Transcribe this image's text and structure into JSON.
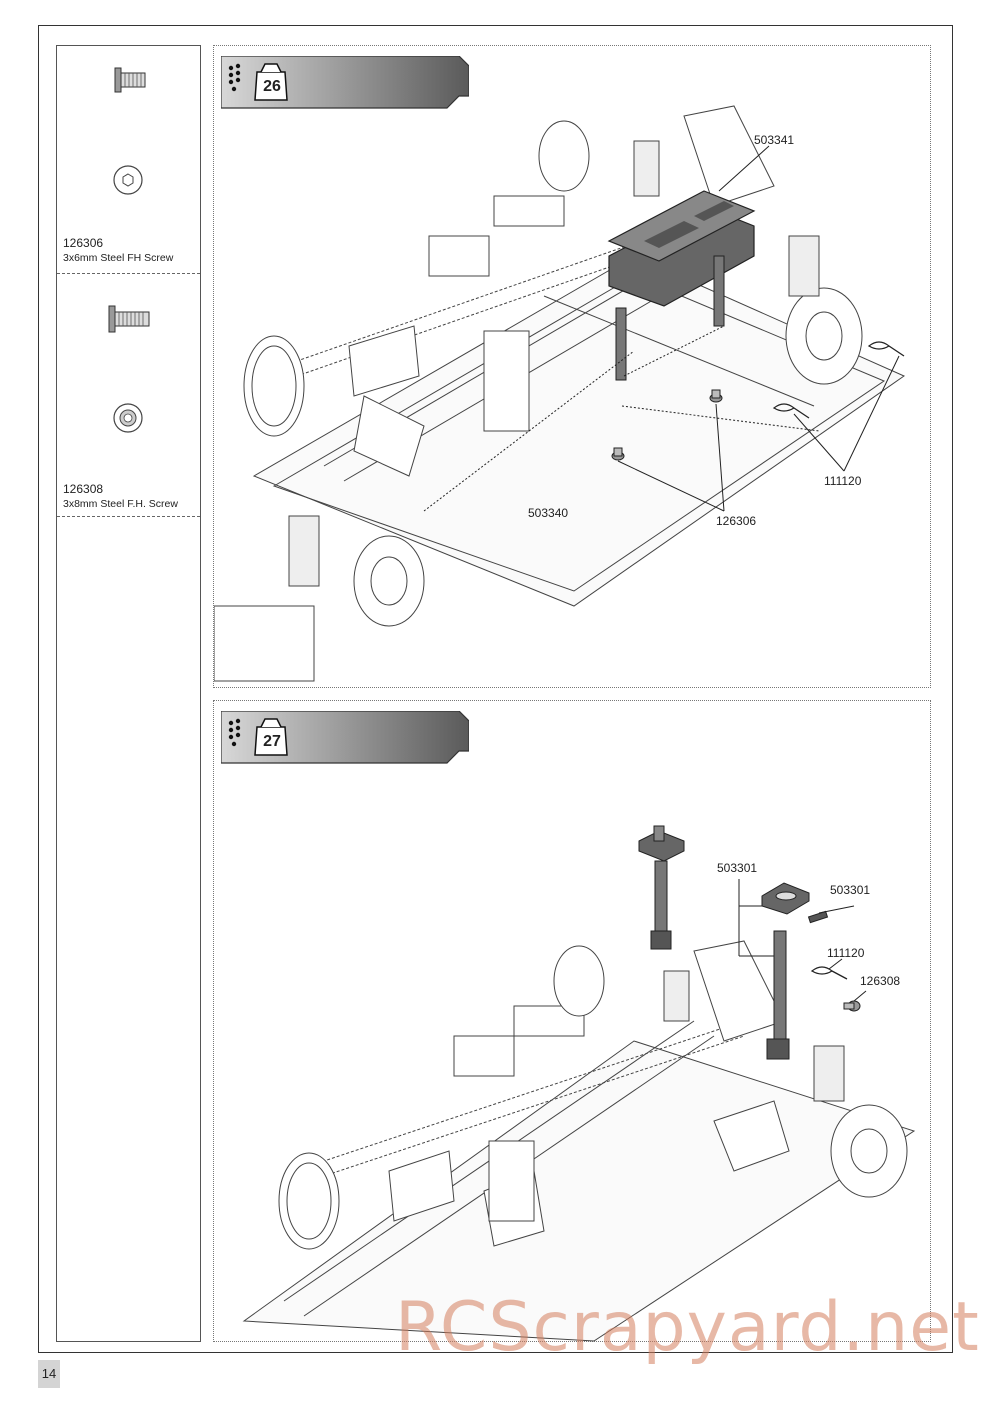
{
  "parts": [
    {
      "number": "126306",
      "description": "3x6mm Steel FH Screw",
      "icon": "flat-head-screw-icon"
    },
    {
      "number": "126308",
      "description": "3x8mm Steel F.H. Screw",
      "icon": "flat-head-screw-icon"
    }
  ],
  "steps": [
    {
      "number": "26",
      "callouts": [
        "503341",
        "503340",
        "126306",
        "111120"
      ]
    },
    {
      "number": "27",
      "callouts": [
        "503301",
        "503301",
        "111120",
        "126308"
      ]
    }
  ],
  "page_number": "14",
  "watermark": "RCScrapyard.net",
  "colors": {
    "header_gray": "#707070",
    "part_gray": "#777777",
    "watermark": "#d47e5c"
  }
}
